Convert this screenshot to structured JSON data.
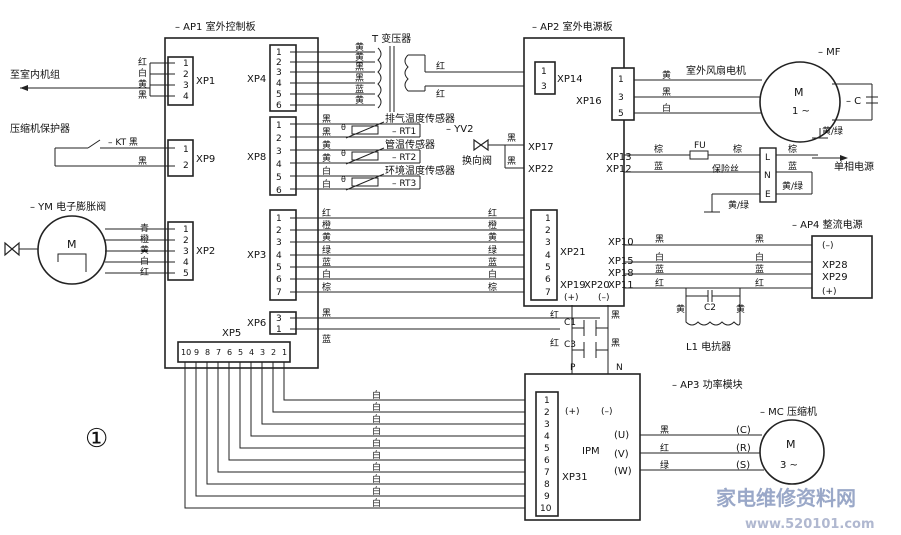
{
  "figure_number": "①",
  "watermark": {
    "cn": "家电维修资料网",
    "url": "www.520101.com"
  },
  "ap1": {
    "title": "– AP1 室外控制板"
  },
  "ap2": {
    "title": "– AP2 室外电源板"
  },
  "ap3": {
    "title": "– AP3 功率模块"
  },
  "ap4": {
    "title": "– AP4 整流电源"
  },
  "mf": {
    "title": "– MF",
    "motor": "M",
    "phase": "1 ~",
    "cap": "– C",
    "ground": "黄/绿",
    "label": "室外风扇电机"
  },
  "mc": {
    "title": "– MC 压缩机",
    "motor": "M",
    "phase": "3 ~"
  },
  "transformer": {
    "label": "T 变压器"
  },
  "yv2": {
    "label": "– YV2",
    "sub": "换向阀"
  },
  "kt": {
    "label": "– KT 黑"
  },
  "ym": {
    "title": "– YM 电子膨胀阀",
    "motor": "M"
  },
  "sensors": {
    "exhaust": "排气温度传感器",
    "pipe": "管温传感器",
    "env": "环境温度传感器",
    "rt1": "– RT1",
    "rt2": "– RT2",
    "rt3": "– RT3",
    "theta": "θ"
  },
  "labels": {
    "indoor": "至室内机组",
    "comp_protect": "压缩机保护器",
    "power": "单相电源",
    "fuse": "FU",
    "fuse_sub": "保险丝",
    "reactor": "L1 电抗器",
    "c2": "C2",
    "c1": "C1",
    "c3": "C3",
    "ipm": "IPM",
    "p": "P",
    "n": "N",
    "plus": "(+)",
    "minus": "(–)",
    "yg": "黄/绿",
    "yg2": "黄/绿",
    "L": "L",
    "N": "N",
    "E": "E",
    "u": "(U)",
    "v": "(V)",
    "w": "(W)",
    "c": "(C)",
    "r": "(R)",
    "s": "(S)",
    "plus4": "(+)",
    "minus4": "(–)"
  },
  "connectors": {
    "xp1": "XP1",
    "xp9": "XP9",
    "xp2": "XP2",
    "xp4": "XP4",
    "xp8": "XP8",
    "xp3": "XP3",
    "xp6": "XP6",
    "xp5": "XP5",
    "xp14": "XP14",
    "xp16": "XP16",
    "xp17": "XP17",
    "xp22": "XP22",
    "xp13": "XP13",
    "xp12": "XP12",
    "xp21": "XP21",
    "xp19": "XP19",
    "xp20": "XP20",
    "xp10": "XP10",
    "xp15": "XP15",
    "xp18": "XP18",
    "xp11": "XP11",
    "xp31": "XP31",
    "xp28": "XP28",
    "xp29": "XP29"
  },
  "wire_colors": {
    "xp1": [
      "红",
      "白",
      "黄",
      "黑"
    ],
    "xp9": [
      "黑",
      "黑"
    ],
    "xp2": [
      "青",
      "橙",
      "黄",
      "白",
      "红"
    ],
    "xp4": [
      "黄",
      "黄",
      "黑",
      "黑",
      "蓝",
      "黄"
    ],
    "xp4_out": [
      "红",
      "红"
    ],
    "xp8": [
      "黑",
      "黑",
      "黄",
      "黄",
      "白",
      "白"
    ],
    "xp3_l": [
      "红",
      "橙",
      "黄",
      "绿",
      "蓝",
      "白",
      "棕"
    ],
    "xp3_r": [
      "红",
      "橙",
      "黄",
      "绿",
      "蓝",
      "白",
      "棕"
    ],
    "xp6": [
      "黑",
      "蓝"
    ],
    "xp16": [
      "黄",
      "黑",
      "白"
    ],
    "xp13": "棕",
    "xp12": "蓝",
    "fu_out": "棕",
    "lne_l": "棕",
    "lne_n": "蓝",
    "xp10": "黑",
    "xp15": "白",
    "xp18": "蓝",
    "xp11": "红",
    "ap4_in": [
      "黑",
      "白",
      "蓝",
      "红"
    ],
    "c2_l": "黄",
    "c2_r": "黄",
    "c1_l": "红",
    "c3_l": "红",
    "c1_r": "黑",
    "c3_r": "黑",
    "uvw": [
      "黑",
      "红",
      "绿"
    ],
    "xp31": [
      "白",
      "白",
      "白",
      "白",
      "白",
      "白",
      "白",
      "白",
      "白",
      "白"
    ]
  },
  "pins": {
    "xp1": [
      "1",
      "2",
      "3",
      "4"
    ],
    "xp9": [
      "1",
      "2"
    ],
    "xp2": [
      "1",
      "2",
      "3",
      "4",
      "5"
    ],
    "xp4": [
      "1",
      "2",
      "3",
      "4",
      "5",
      "6"
    ],
    "xp8": [
      "1",
      "2",
      "3",
      "4",
      "5",
      "6"
    ],
    "xp3": [
      "1",
      "2",
      "3",
      "4",
      "5",
      "6",
      "7"
    ],
    "xp6": [
      "3",
      "1"
    ],
    "xp14": [
      "1",
      "3"
    ],
    "xp16": [
      "1",
      "3",
      "5"
    ],
    "xp21": [
      "1",
      "2",
      "3",
      "4",
      "5",
      "6",
      "7"
    ],
    "xp31": [
      "1",
      "2",
      "3",
      "4",
      "5",
      "6",
      "7",
      "8",
      "9",
      "10"
    ],
    "xp5": [
      "10",
      "9",
      "8",
      "7",
      "6",
      "5",
      "4",
      "3",
      "2",
      "1"
    ]
  }
}
